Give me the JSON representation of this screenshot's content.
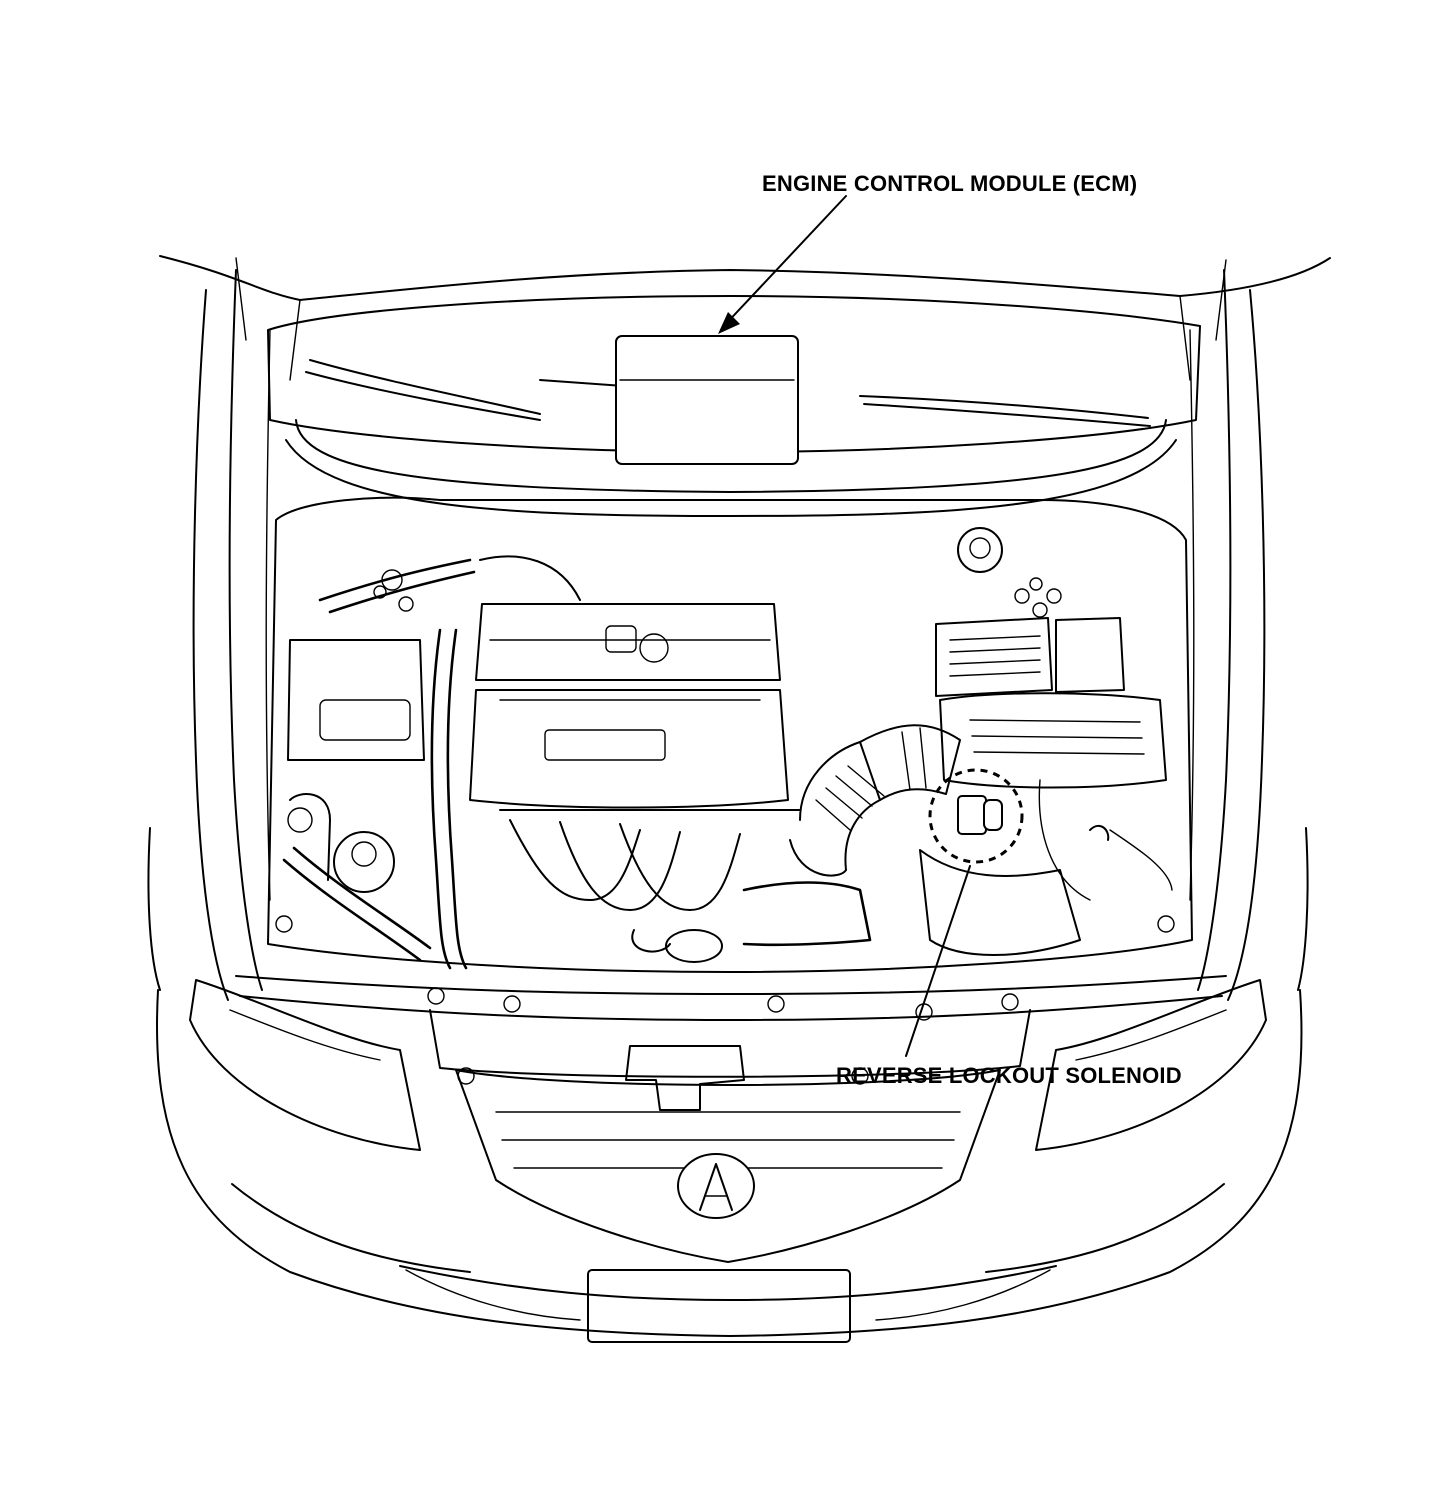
{
  "diagram": {
    "callouts": [
      {
        "id": "ecm",
        "text": "ENGINE CONTROL MODULE (ECM)"
      },
      {
        "id": "reverse_lockout_solenoid",
        "text": "REVERSE LOCKOUT SOLENOID"
      }
    ]
  }
}
